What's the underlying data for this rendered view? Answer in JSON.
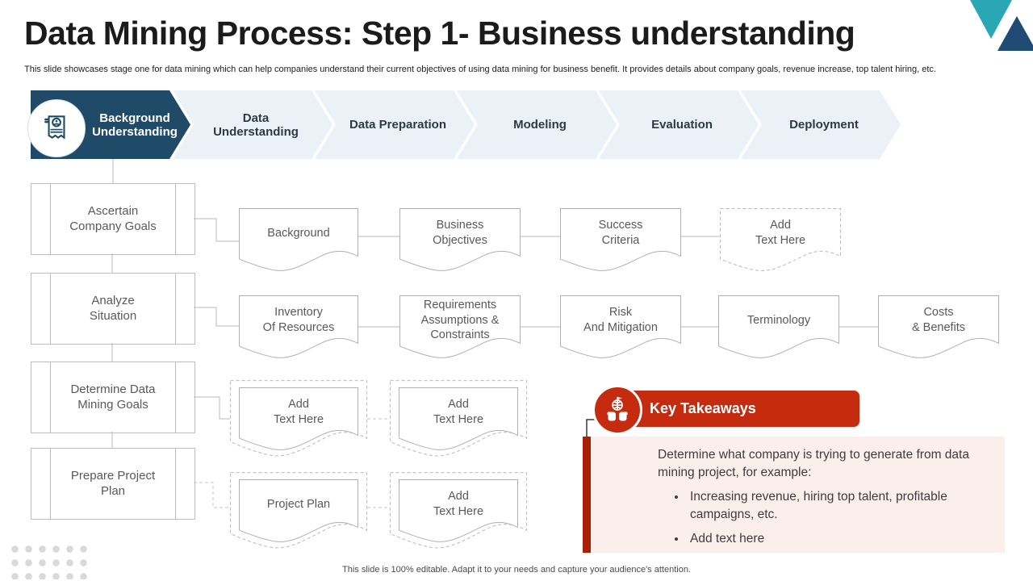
{
  "header": {
    "title": "Data Mining Process: Step 1- Business understanding",
    "subtitle": "This slide showcases stage one for data mining  which can help companies understand their current objectives of using data mining  for business benefit. It provides details about company goals, revenue increase, top talent hiring, etc."
  },
  "process": {
    "steps": [
      {
        "label": "Background\nUnderstanding",
        "active": true
      },
      {
        "label": "Data\nUnderstanding",
        "active": false
      },
      {
        "label": "Data Preparation",
        "active": false
      },
      {
        "label": "Modeling",
        "active": false
      },
      {
        "label": "Evaluation",
        "active": false
      },
      {
        "label": "Deployment",
        "active": false
      }
    ]
  },
  "left_goals": [
    "Ascertain\nCompany Goals",
    "Analyze\nSituation",
    "Determine Data\nMining  Goals",
    "Prepare Project\nPlan"
  ],
  "flow": {
    "row1": [
      "Background",
      "Business\nObjectives",
      "Success\nCriteria",
      "Add\nText Here"
    ],
    "row2": [
      "Inventory\nOf Resources",
      "Requirements\nAssumptions &\nConstraints",
      "Risk\nAnd Mitigation",
      "Terminology",
      "Costs\n& Benefits"
    ],
    "row3": [
      "Add\nText Here",
      "Add\nText Here"
    ],
    "row4": [
      "Project Plan",
      "Add\nText Here"
    ]
  },
  "key_takeaways": {
    "title": "Key Takeaways",
    "intro": "Determine what company is trying to generate from data mining project, for example:",
    "bullets": [
      "Increasing  revenue,  hiring top talent,  profitable campaigns, etc.",
      "Add text here"
    ]
  },
  "footer": {
    "note": "This slide is 100% editable.  Adapt it to your needs and capture your audience's attention."
  },
  "icons": {
    "step_icon": "document-person-search-icon",
    "takeaway_icon": "hands-globe-achievement-icon",
    "logo": "teal-navy-triangles-logo",
    "bullet_marker": "red-chevron-bullet-icon"
  },
  "colors": {
    "navy": "#1F4B68",
    "chevron_light": "#ECF1F7",
    "red_banner": "#C52B0E",
    "red_bar": "#A82005",
    "panel_pink": "#FBEFEB",
    "logo_teal": "#2AA7B5",
    "logo_navy": "#1F4B74",
    "line_gray": "#b9b9b9"
  }
}
